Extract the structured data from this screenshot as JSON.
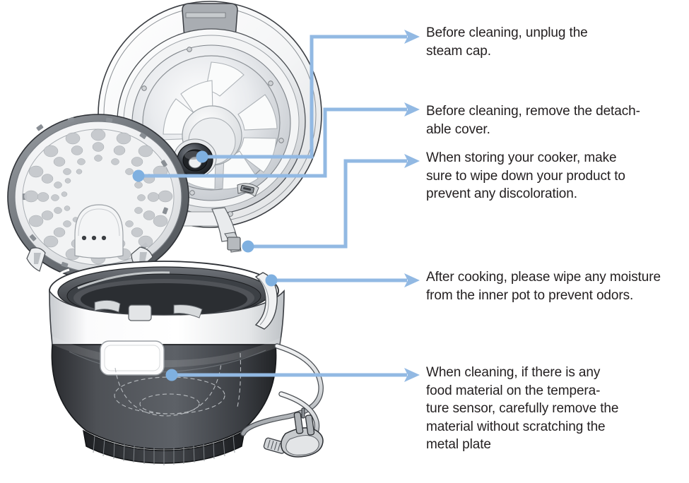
{
  "diagram": {
    "title": "Rice cooker cleaning and storage instructions",
    "subject": "electric rice cooker, lid open, detachable inner cover removed",
    "line_color": "#92b9e3",
    "text_color": "#231f20",
    "background_color": "#ffffff"
  },
  "callouts": [
    {
      "id": "steam-cap",
      "text": "Before cleaning, unplug the\nsteam cap.",
      "target": "steam cap valve at center of lid underside"
    },
    {
      "id": "detachable-cover",
      "text": "Before cleaning, remove the detach-\nable cover.",
      "target": "detachable inner cover plate"
    },
    {
      "id": "storing-wipe-down",
      "text": "When storing your cooker, make\nsure to wipe down your product to\nprevent any discoloration.",
      "target": "lid hinge area of cooker body"
    },
    {
      "id": "inner-pot-moisture",
      "text": "After cooking, please wipe any moisture\nfrom the inner pot to prevent odors.",
      "target": "inner pot rim"
    },
    {
      "id": "temperature-sensor",
      "text": "When cleaning, if there is any\nfood material on  the tempera-\nture sensor, carefully remove the\nmaterial without scratching the\nmetal plate",
      "target": "temperature sensor under inner pot"
    }
  ],
  "parts": {
    "lid": "upper lid underside with radial spoke pattern",
    "steam_cap": "dark circular steam cap valve",
    "inner_cover": "perforated detachable inner cover with dimpled holes",
    "body_upper": "white upper body band",
    "body_lower": "dark gray lower bowl",
    "control_panel": "rounded rectangular display panel",
    "power_cord": "coiled power cord with Schuko plug"
  }
}
